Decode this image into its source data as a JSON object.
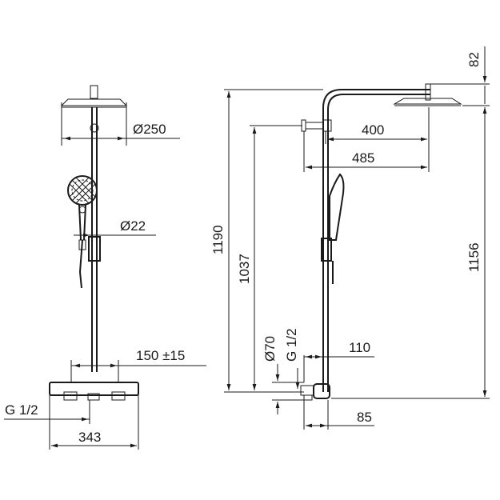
{
  "front_view": {
    "dim_head_diameter": "Ø250",
    "dim_pipe_diameter": "Ø22",
    "dim_centres": "150 ±15",
    "dim_thread": "G 1/2",
    "dim_width": "343"
  },
  "side_view": {
    "dim_height_total": "1190",
    "dim_height_outlet": "1037",
    "dim_height_head": "1156",
    "dim_top": "82",
    "dim_arm_400": "400",
    "dim_arm_485": "485",
    "dim_rosette": "Ø70",
    "dim_thread": "G 1/2",
    "dim_110": "110",
    "dim_85": "85"
  }
}
